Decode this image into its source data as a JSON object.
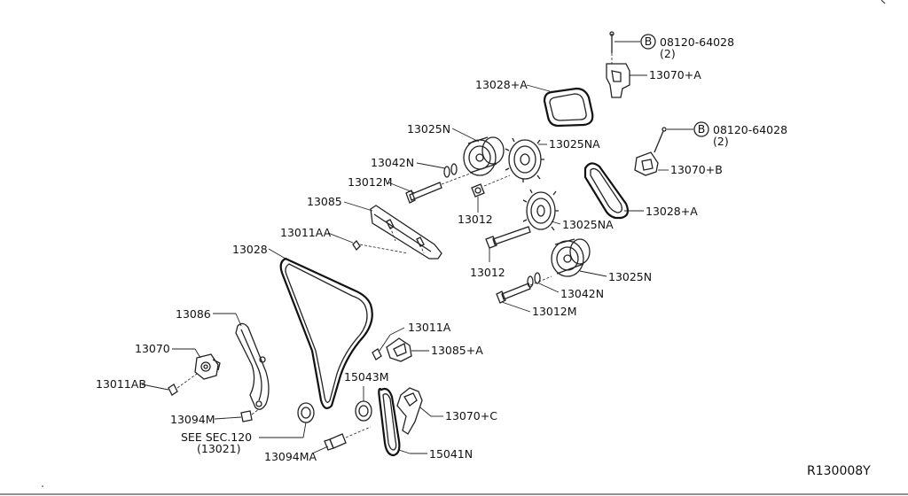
{
  "diagram": {
    "reference_code": "R130008Y",
    "labels": {
      "bolt_a_partno": "08120-64028",
      "bolt_a_qty": "(2)",
      "bolt_a_marker": "B",
      "bolt_b_partno": "08120-64028",
      "bolt_b_qty": "(2)",
      "bolt_b_marker": "B",
      "guide_top": "13070+A",
      "gasket_top": "13028+A",
      "sprocket_1": "13025N",
      "sprocket_2": "13025NA",
      "washer_1": "13042N",
      "bolt_1": "13012M",
      "bolt_1b": "13012",
      "guide_b": "13070+B",
      "gasket_right": "13028+A",
      "sprocket_3": "13025NA",
      "bolt_2": "13012",
      "sprocket_4": "13025N",
      "washer_2": "13042N",
      "bolt_2b": "13012M",
      "slack_guide": "13085",
      "bolt_aa": "13011AA",
      "chain": "13028",
      "tension_guide": "13086",
      "tensioner": "13070",
      "bolt_ab": "13011AB",
      "bolt_m": "13094M",
      "see_sec": "SEE SEC.120",
      "see_sec_sub": "(13021)",
      "bolt_ma": "13094MA",
      "bolt_a": "13011A",
      "slack_guide_a": "13085+A",
      "seal": "15043M",
      "tensioner_c": "13070+C",
      "oil_chain": "15041N"
    }
  }
}
